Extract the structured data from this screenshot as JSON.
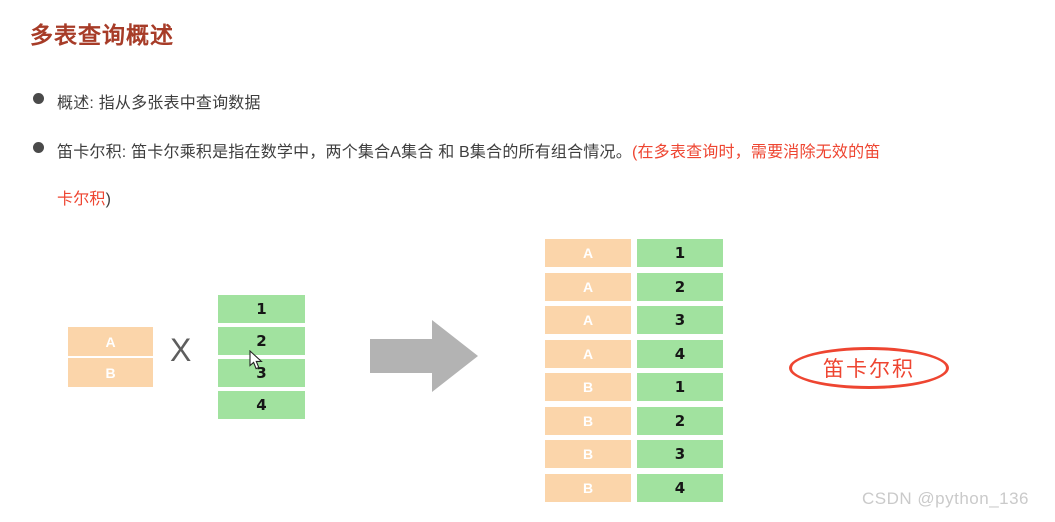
{
  "page": {
    "title": "多表查询概述",
    "bullets": {
      "b1": "概述: 指从多张表中查询数据",
      "b2_dark": "笛卡尔积: 笛卡尔乘积是指在数学中，两个集合A集合 和 B集合的所有组合情况。",
      "b2_red_line1": "(在多表查询时，需要消除无效的笛",
      "b2_red_line2": "卡尔积",
      "b2_close_paren": ")"
    }
  },
  "diagram": {
    "left_table": {
      "rows": [
        "A",
        "B"
      ]
    },
    "operator": "X",
    "right_table": {
      "rows": [
        "1",
        "2",
        "3",
        "4"
      ]
    },
    "arrow_icon": "right-arrow",
    "cursor_icon": "mouse-pointer",
    "product_table": {
      "rows": [
        {
          "key": "A",
          "value": "1"
        },
        {
          "key": "A",
          "value": "2"
        },
        {
          "key": "A",
          "value": "3"
        },
        {
          "key": "A",
          "value": "4"
        },
        {
          "key": "B",
          "value": "1"
        },
        {
          "key": "B",
          "value": "2"
        },
        {
          "key": "B",
          "value": "3"
        },
        {
          "key": "B",
          "value": "4"
        }
      ]
    },
    "ellipse_label": "笛卡尔积"
  },
  "watermark": "CSDN @python_136",
  "colors": {
    "title_red": "#a73c28",
    "text_dark": "#3e3e3e",
    "highlight_red": "#ee4531",
    "cell_orange": "#fbd5aa",
    "cell_green": "#a1e29f",
    "arrow_gray": "#b3b3b3",
    "operator_gray": "#5e5e5e",
    "watermark_gray": "#cacaca"
  }
}
